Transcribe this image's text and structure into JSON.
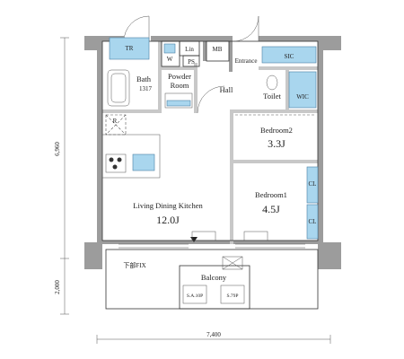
{
  "dimensions": {
    "height_upper": "6,960",
    "height_lower": "2,000",
    "width": "7,400"
  },
  "rooms": {
    "tr": "TR",
    "lin": "Lin",
    "w": "W",
    "ps": "PS",
    "mb": "MB",
    "entrance": "Entrance",
    "sic": "SIC",
    "bath": "Bath",
    "bath_size": "1317",
    "powder": "Powder",
    "powder_room": "Room",
    "hall": "Hall",
    "toilet": "Toilet",
    "wic": "WIC",
    "r": "R",
    "bedroom2": "Bedroom2",
    "bedroom2_size": "3.3J",
    "bedroom1": "Bedroom1",
    "bedroom1_size": "4.5J",
    "ldk": "Living Dining Kitchen",
    "ldk_size": "12.0J",
    "cl1": "CL",
    "cl2": "CL",
    "fix": "下部FIX",
    "balcony": "Balcony",
    "unit_left": "S.A.10P",
    "unit_right": "S.79P"
  },
  "colors": {
    "storage_fill": "#a9d6ee",
    "wall": "#9c9c9c"
  }
}
